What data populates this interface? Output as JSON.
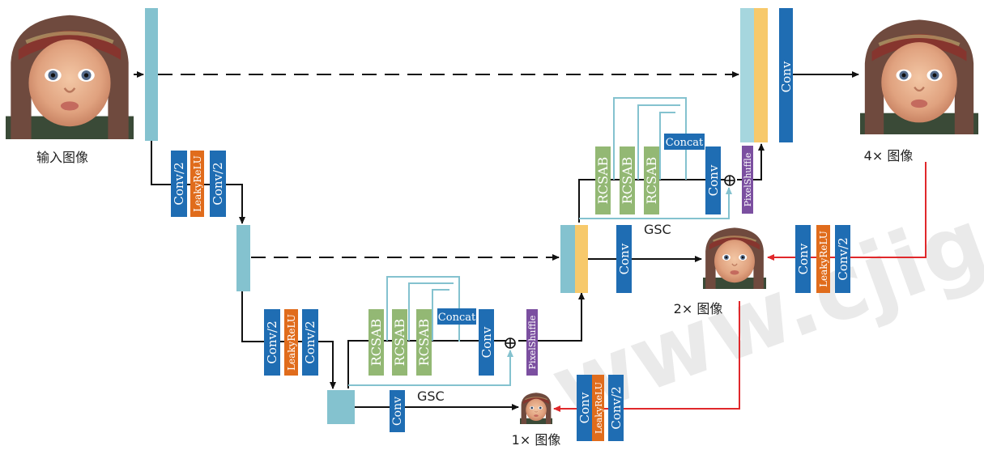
{
  "colors": {
    "conv": "#1f6db3",
    "leaky": "#e06c1c",
    "rcsab": "#93b874",
    "pixel": "#7b4fa0",
    "feature": "#84c2cf",
    "feature_light": "#a6d6de",
    "concat_feature": "#f7c96b",
    "arrow": "#111111",
    "skip": "#84c2cf",
    "upscale": "#e0282b",
    "watermark": "#d0d0d0"
  },
  "icons": {
    "baby": "baby-face-photo",
    "sum": "circled-plus-icon"
  },
  "labels": {
    "input_image": "输入图像",
    "out_4x": "4× 图像",
    "out_2x": "2× 图像",
    "out_1x": "1× 图像",
    "gsc": "GSC",
    "conv": "Conv",
    "conv2": "Conv/2",
    "leaky": "LeakyReLU",
    "rcsab": "RCSAB",
    "concat": "Concat",
    "pixelshuffle": "PixelShuffle"
  },
  "watermark": {
    "text": "www.cjig.cn"
  }
}
